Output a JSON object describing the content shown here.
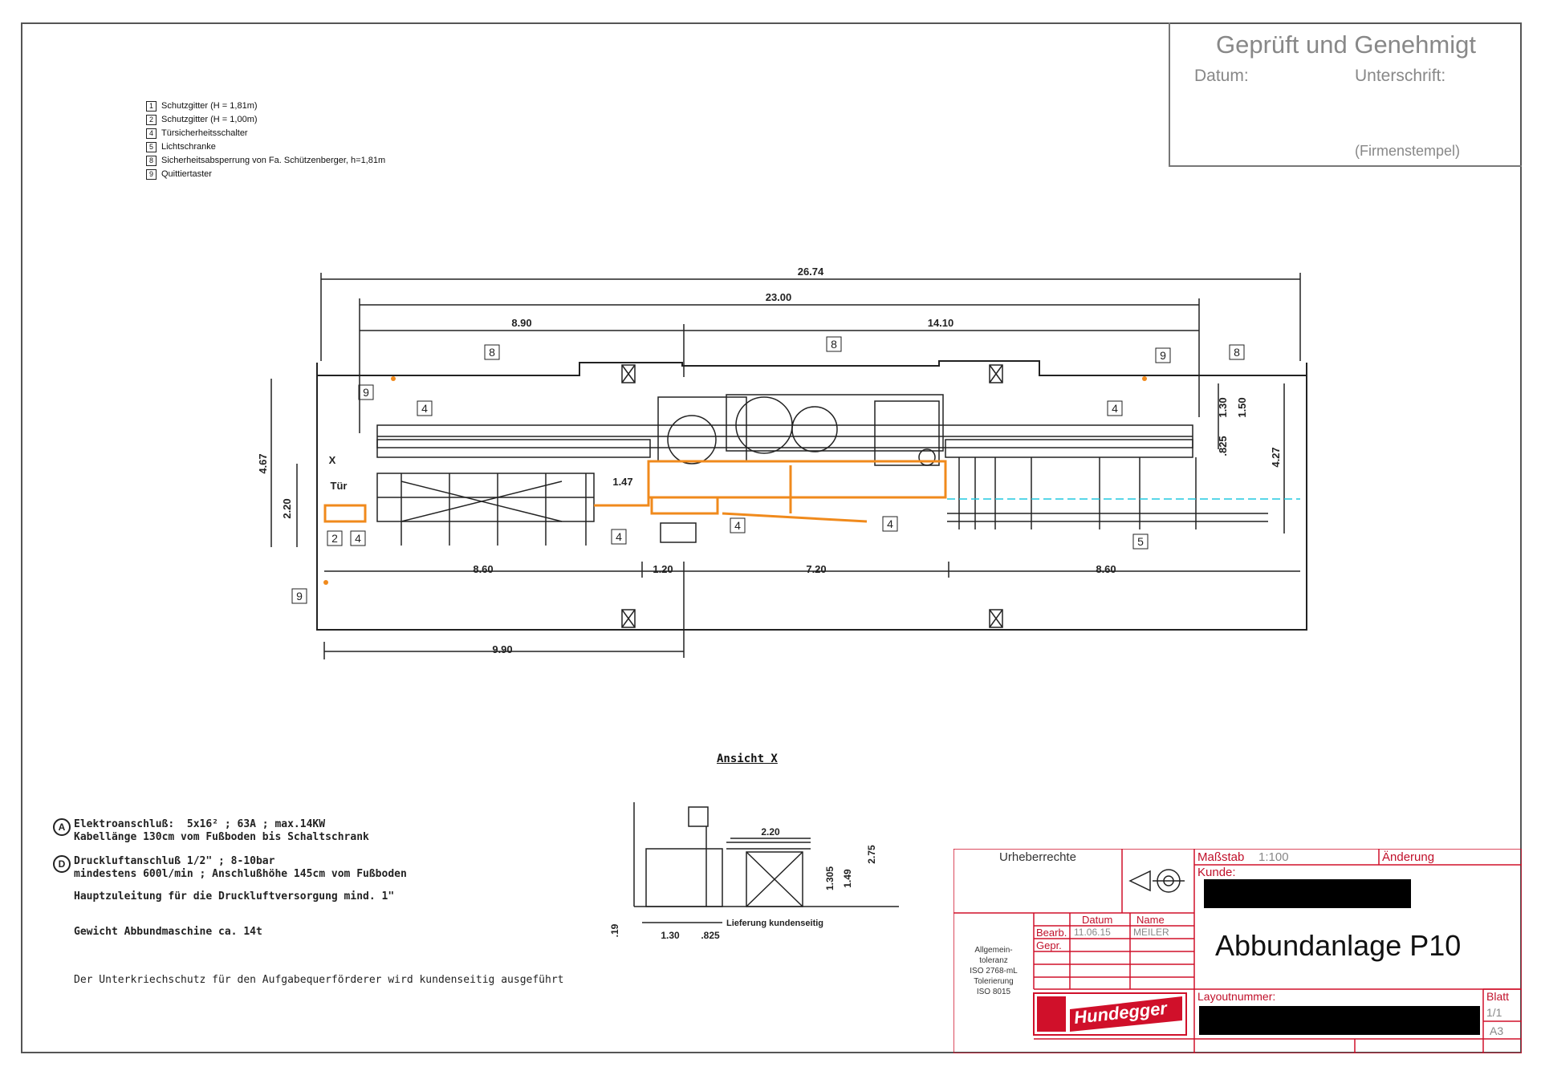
{
  "approval": {
    "title": "Geprüft und Genehmigt",
    "date_label": "Datum:",
    "signature_label": "Unterschrift:",
    "stamp_label": "(Firmenstempel)"
  },
  "legend": [
    {
      "num": "1",
      "text": "Schutzgitter (H = 1,81m)"
    },
    {
      "num": "2",
      "text": "Schutzgitter (H = 1,00m)"
    },
    {
      "num": "4",
      "text": "Türsicherheitsschalter"
    },
    {
      "num": "5",
      "text": "Lichtschranke"
    },
    {
      "num": "8",
      "text": "Sicherheitsabsperrung von Fa. Schützenberger, h=1,81m"
    },
    {
      "num": "9",
      "text": "Quittiertaster"
    }
  ],
  "dimensions": {
    "overall": "26.74",
    "inner": "23.00",
    "left_section": "8.90",
    "right_section": "14.10",
    "bottom_a": "8.60",
    "bottom_b": "1.20",
    "bottom_c": "7.20",
    "bottom_d": "8.60",
    "bottom_width": "9.90",
    "height_left": "4.67",
    "height_left_inner": "2.20",
    "height_right": "4.27",
    "small_a": "1.30",
    "small_b": "1.50",
    "small_c": ".825",
    "mid_gap": "1.47"
  },
  "plan_labels": {
    "x_marker": "X",
    "door_label": "Tür"
  },
  "view": {
    "title": "Ansicht X",
    "dim_top": "2.20",
    "dim_h1": "1.305",
    "dim_h2": "1.49",
    "dim_h3": "2.75",
    "dim_base": ".19",
    "dim_b1": "1.30",
    "dim_b2": ".825",
    "note": "Lieferung kundenseitig"
  },
  "notes": {
    "elec_symbol": "A",
    "elec_line1": "Elektroanschluß:  5x16² ; 63A ; max.14KW",
    "elec_line2": "Kabellänge 130cm vom Fußboden bis Schaltschrank",
    "air_symbol": "D",
    "air_line1": "Druckluftanschluß 1/2\" ; 8-10bar",
    "air_line2": "mindestens 600l/min ; Anschlußhöhe 145cm vom Fußboden",
    "air_line3": "Hauptzuleitung für die Druckluftversorgung mind. 1\"",
    "weight": "Gewicht Abbundmaschine ca. 14t",
    "remark": "Der Unterkriechschutz für den Aufgabequerförderer wird kundenseitig ausgeführt"
  },
  "titleblock": {
    "copyright_title": "Urheberrechte",
    "scale_label": "Maßstab",
    "scale_value": "1:100",
    "change_label": "Änderung",
    "customer_label": "Kunde:",
    "date_col": "Datum",
    "name_col": "Name",
    "edited_label": "Bearb.",
    "edited_date": "11.06.15",
    "edited_name": "MEILER",
    "checked_label": "Gepr.",
    "tolerance": "Allgemein-\ntoleranz\nISO 2768-mL\nTolerierung\nISO 8015",
    "brand": "Hundegger",
    "drawing_title": "Abbundanlage P10",
    "layout_label": "Layoutnummer:",
    "sheet_label": "Blatt",
    "sheet_value": "1/1",
    "format": "A3"
  },
  "colors": {
    "line": "#222222",
    "accent_orange": "#f08a1c",
    "cyan": "#22c8e0",
    "red": "#d0102a",
    "grey": "#888888"
  }
}
